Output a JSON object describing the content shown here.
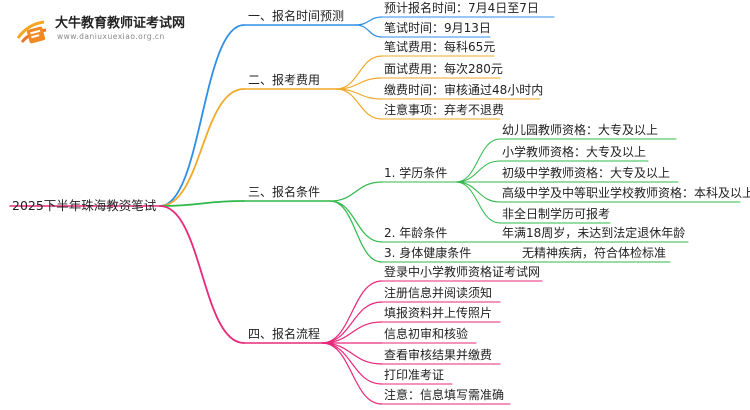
{
  "brand": {
    "name": "大牛教育教师证考试网",
    "url": "www.daniuxuexiao.org.cn"
  },
  "root": "2025下半年珠海教资笔试",
  "branches": [
    {
      "label": "一、报名时间预测",
      "color": "#2f8fe6",
      "children": [
        {
          "label": "预计报名时间：7月4日至7日"
        },
        {
          "label": "笔试时间：9月13日"
        }
      ]
    },
    {
      "label": "二、报考费用",
      "color": "#f0a92a",
      "children": [
        {
          "label": "笔试费用：每科65元"
        },
        {
          "label": "面试费用：每次280元"
        },
        {
          "label": "缴费时间：审核通过48小时内"
        },
        {
          "label": "注意事项：弃考不退费"
        }
      ]
    },
    {
      "label": "三、报名条件",
      "color": "#2fb84a",
      "children": [
        {
          "label": "1. 学历条件",
          "children": [
            {
              "label": "幼儿园教师资格：大专及以上"
            },
            {
              "label": "小学教师资格：大专及以上"
            },
            {
              "label": "初级中学教师资格：大专及以上"
            },
            {
              "label": "高级中学及中等职业学校教师资格：本科及以上"
            },
            {
              "label": "非全日制学历可报考"
            }
          ]
        },
        {
          "label": "2. 年龄条件",
          "children": [
            {
              "label": "年满18周岁，未达到法定退休年龄"
            }
          ]
        },
        {
          "label": "3. 身体健康条件",
          "children": [
            {
              "label": "无精神疾病，符合体检标准"
            }
          ]
        }
      ]
    },
    {
      "label": "四、报名流程",
      "color": "#e8287a",
      "children": [
        {
          "label": "登录中小学教师资格证考试网"
        },
        {
          "label": "注册信息并阅读须知"
        },
        {
          "label": "填报资料并上传照片"
        },
        {
          "label": "信息初审和核验"
        },
        {
          "label": "查看审核结果并缴费"
        },
        {
          "label": "打印准考证"
        },
        {
          "label": "注意：信息填写需准确"
        }
      ]
    }
  ]
}
